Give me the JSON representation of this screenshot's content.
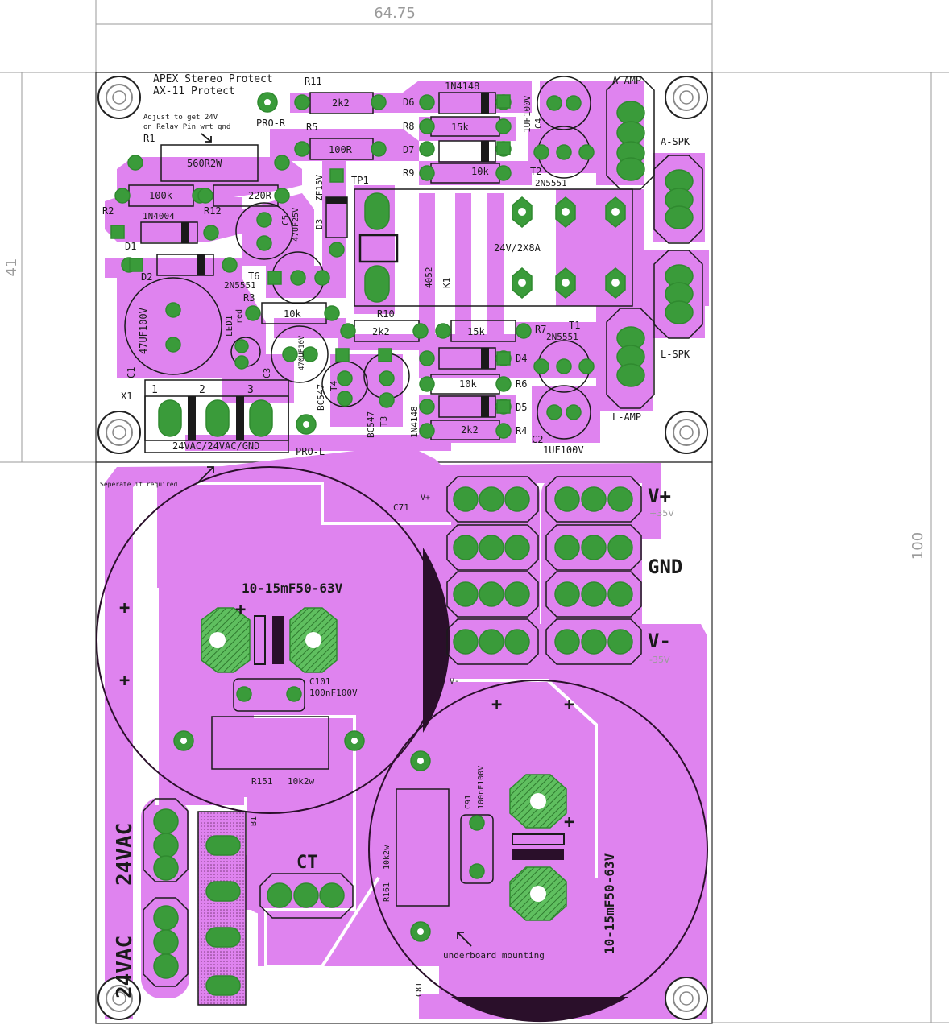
{
  "dimensions": {
    "width": "64.75",
    "height_upper": "41",
    "height_total": "100"
  },
  "labels": {
    "title1": "APEX Stereo Protect",
    "title2": "AX-11 Protect",
    "adjust1": "Adjust to get 24V",
    "adjust2": "on Relay Pin wrt gnd",
    "separate": "Seperate if required",
    "underboard": "underboard mounting",
    "pro_r": "PRO-R",
    "pro_l": "PRO-L",
    "a_amp": "A-AMP",
    "a_spk": "A-SPK",
    "l_spk": "L-SPK",
    "l_amp": "L-AMP",
    "relay": "24V/2X8A",
    "x1": "X1",
    "x1_pin1": "1",
    "x1_pin2": "2",
    "x1_pin3": "3",
    "x1_desc": "24VAC/24VAC/GND",
    "v_plus": "V+",
    "v_plus_volt": "+35V",
    "gnd": "GND",
    "v_minus": "V-",
    "v_minus_volt": "-35V",
    "v_plus_small": "V+",
    "v_minus_small": "V-",
    "ct": "CT",
    "ac1": "24VAC",
    "ac2": "24VAC",
    "b1": "B1",
    "plus": "+"
  },
  "components": {
    "R11": {
      "ref": "R11",
      "value": "2k2"
    },
    "R5": {
      "ref": "R5",
      "value": "100R"
    },
    "R1": {
      "ref": "R1",
      "value": "560R2W"
    },
    "R2": {
      "ref": "R2",
      "value": "100k"
    },
    "R12": {
      "ref": "R12",
      "value": "220R"
    },
    "R8": {
      "ref": "R8",
      "value": "15k"
    },
    "R9": {
      "ref": "R9",
      "value": "10k"
    },
    "R3": {
      "ref": "R3",
      "value": "10k"
    },
    "R10": {
      "ref": "R10",
      "value": "2k2"
    },
    "R7": {
      "ref": "R7",
      "value": "15k"
    },
    "R6": {
      "ref": "R6",
      "value": "10k"
    },
    "R4": {
      "ref": "R4",
      "value": "2k2"
    },
    "D6": {
      "ref": "D6",
      "value": "1N4148"
    },
    "D7": {
      "ref": "D7"
    },
    "D1": {
      "ref": "D1",
      "value": "1N4004"
    },
    "D2": {
      "ref": "D2"
    },
    "D3": {
      "ref": "D3",
      "value": "ZF15V"
    },
    "D4": {
      "ref": "D4"
    },
    "D5": {
      "ref": "D5",
      "value": "1N4148"
    },
    "C4": {
      "ref": "C4",
      "value": "1UF100V"
    },
    "C5": {
      "ref": "C5",
      "value": "47UF25V"
    },
    "C1": {
      "ref": "C1",
      "value": "47UF100V"
    },
    "C3": {
      "ref": "C3",
      "value": "470UF10V"
    },
    "C3b": {
      "ref": "C3"
    },
    "C2": {
      "ref": "C2",
      "value": "1UF100V"
    },
    "T2": {
      "ref": "T2",
      "value": "2N5551"
    },
    "T6": {
      "ref": "T6",
      "value": "2N5551"
    },
    "T1": {
      "ref": "T1",
      "value": "2N5551"
    },
    "T4": {
      "ref": "T4",
      "value": "BC547"
    },
    "T3": {
      "ref": "T3",
      "value": "BC547"
    },
    "TP1": {
      "ref": "TP1"
    },
    "K1": {
      "ref": "K1",
      "value": "4052"
    },
    "LED1": {
      "ref": "LED1",
      "value": "red"
    },
    "C71": {
      "ref": "C71",
      "value": "10-15mF50-63V"
    },
    "C101": {
      "ref": "C101",
      "value": "100nF100V"
    },
    "R151": {
      "ref": "R151",
      "value": "10k2w"
    },
    "C91": {
      "ref": "C91",
      "value": "100nF100V"
    },
    "R161": {
      "ref": "R161",
      "value": "10k2w"
    },
    "C81": {
      "ref": "C81",
      "value": "10-15mF50-63V"
    }
  },
  "colors": {
    "copper": "#df83ef",
    "pad": "#3a9b3a",
    "pad_outline": "#6bd36b",
    "hatch": "#4a7a3a",
    "silk": "#1a1a1a",
    "outline": "#3b1a3b",
    "dim": "#9a9a9a",
    "dark_fill": "#2a0f2a"
  }
}
